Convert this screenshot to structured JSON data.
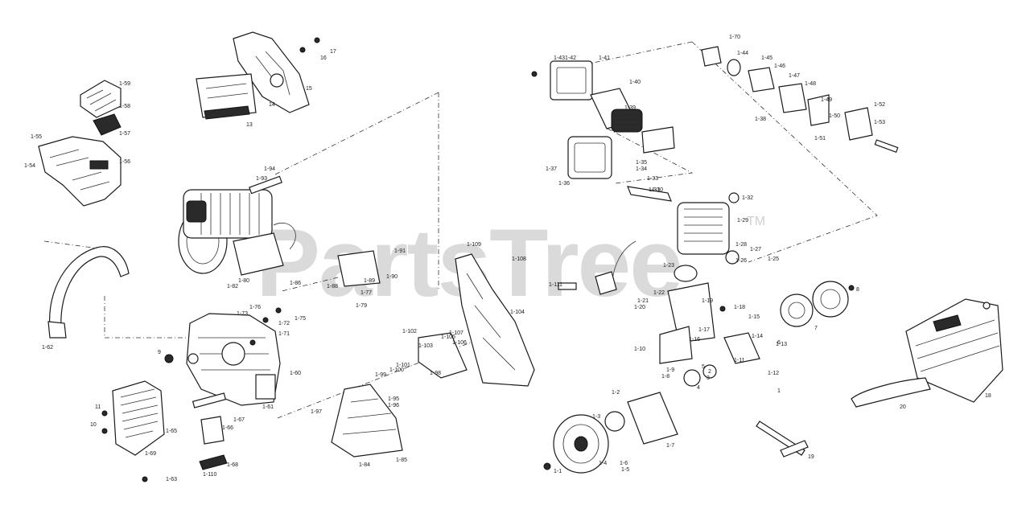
{
  "watermark": {
    "text": "PartsTree",
    "trademark": "TM"
  },
  "labels": [
    {
      "id": "l1-59",
      "text": "1-59"
    },
    {
      "id": "l1-58",
      "text": "1-58"
    },
    {
      "id": "l1-57",
      "text": "1-57"
    },
    {
      "id": "l1-55",
      "text": "1-55"
    },
    {
      "id": "l1-54",
      "text": "1-54"
    },
    {
      "id": "l1-56",
      "text": "1-56"
    },
    {
      "id": "l17",
      "text": "17"
    },
    {
      "id": "l16",
      "text": "16"
    },
    {
      "id": "l15",
      "text": "15"
    },
    {
      "id": "l14",
      "text": "14"
    },
    {
      "id": "l13",
      "text": "13"
    },
    {
      "id": "l1-94",
      "text": "1-94"
    },
    {
      "id": "l1-93",
      "text": "1-93"
    },
    {
      "id": "l1-91",
      "text": "1-91"
    },
    {
      "id": "l1-90",
      "text": "1-90"
    },
    {
      "id": "l1-89",
      "text": "1-89"
    },
    {
      "id": "l1-86",
      "text": "1-86"
    },
    {
      "id": "l1-88",
      "text": "1-88"
    },
    {
      "id": "l1-77",
      "text": "1-77"
    },
    {
      "id": "l1-79",
      "text": "1-79"
    },
    {
      "id": "l1-80",
      "text": "1-80"
    },
    {
      "id": "l1-82",
      "text": "1-82"
    },
    {
      "id": "l1-76",
      "text": "1-76"
    },
    {
      "id": "l1-73",
      "text": "1-73"
    },
    {
      "id": "l1-72",
      "text": "1-72"
    },
    {
      "id": "l1-71",
      "text": "1-71"
    },
    {
      "id": "l1-75",
      "text": "1-75"
    },
    {
      "id": "l9",
      "text": "9"
    },
    {
      "id": "l1-60",
      "text": "1-60"
    },
    {
      "id": "l1-62",
      "text": "1-62"
    },
    {
      "id": "l11",
      "text": "11"
    },
    {
      "id": "l10",
      "text": "10"
    },
    {
      "id": "l1-65",
      "text": "1-65"
    },
    {
      "id": "l1-69",
      "text": "1-69"
    },
    {
      "id": "l1-63",
      "text": "1-63"
    },
    {
      "id": "l1-110",
      "text": "1-110"
    },
    {
      "id": "l1-68",
      "text": "1-68"
    },
    {
      "id": "l1-67",
      "text": "1-67"
    },
    {
      "id": "l1-66",
      "text": "1-66"
    },
    {
      "id": "l1-61",
      "text": "1-61"
    },
    {
      "id": "l1-109",
      "text": "1-109"
    },
    {
      "id": "l1-108",
      "text": "1-108"
    },
    {
      "id": "l1-104",
      "text": "1-104"
    },
    {
      "id": "l1-102",
      "text": "1-102"
    },
    {
      "id": "l1-107",
      "text": "1-107"
    },
    {
      "id": "l1-105",
      "text": "1-105"
    },
    {
      "id": "l1-106",
      "text": "1-106"
    },
    {
      "id": "l1-103",
      "text": "1-103"
    },
    {
      "id": "l1-101",
      "text": "1-101"
    },
    {
      "id": "l1-100",
      "text": "1-100"
    },
    {
      "id": "l1-99",
      "text": "1-99"
    },
    {
      "id": "l1-98",
      "text": "1-98"
    },
    {
      "id": "l1-95",
      "text": "1-95"
    },
    {
      "id": "l1-96",
      "text": "1-96"
    },
    {
      "id": "l1-97",
      "text": "1-97"
    },
    {
      "id": "l1-85",
      "text": "1-85"
    },
    {
      "id": "l1-84",
      "text": "1-84"
    },
    {
      "id": "l1-43",
      "text": "1-43"
    },
    {
      "id": "l1-42",
      "text": "1-42"
    },
    {
      "id": "l1-41",
      "text": "1-41"
    },
    {
      "id": "l1-39",
      "text": "1-39"
    },
    {
      "id": "l1-40",
      "text": "1-40"
    },
    {
      "id": "l1-37",
      "text": "1-37"
    },
    {
      "id": "l1-36",
      "text": "1-36"
    },
    {
      "id": "l1-35",
      "text": "1-35"
    },
    {
      "id": "l1-34",
      "text": "1-34"
    },
    {
      "id": "l1-33",
      "text": "1-33"
    },
    {
      "id": "l1-31",
      "text": "1-31"
    },
    {
      "id": "l1-30",
      "text": "1-30"
    },
    {
      "id": "l1-32",
      "text": "1-32"
    },
    {
      "id": "l1-29",
      "text": "1-29"
    },
    {
      "id": "l1-28",
      "text": "1-28"
    },
    {
      "id": "l1-27",
      "text": "1-27"
    },
    {
      "id": "l1-26",
      "text": "1-26"
    },
    {
      "id": "l1-25",
      "text": "1-25"
    },
    {
      "id": "l1-23",
      "text": "1-23"
    },
    {
      "id": "l1-22",
      "text": "1-22"
    },
    {
      "id": "l1-21",
      "text": "1-21"
    },
    {
      "id": "l1-20",
      "text": "1-20"
    },
    {
      "id": "l1-19",
      "text": "1-19"
    },
    {
      "id": "l1-18",
      "text": "1-18"
    },
    {
      "id": "l1-17",
      "text": "1-17"
    },
    {
      "id": "l1-16",
      "text": "1-16"
    },
    {
      "id": "l1-15",
      "text": "1-15"
    },
    {
      "id": "l1-14",
      "text": "1-14"
    },
    {
      "id": "l1-13",
      "text": "1-13"
    },
    {
      "id": "l1-12",
      "text": "1-12"
    },
    {
      "id": "l1-11",
      "text": "1-11"
    },
    {
      "id": "l1-10",
      "text": "1-10"
    },
    {
      "id": "l1-9",
      "text": "1-9"
    },
    {
      "id": "l1-8",
      "text": "1-8"
    },
    {
      "id": "l1-7",
      "text": "1-7"
    },
    {
      "id": "l1-6",
      "text": "1-6"
    },
    {
      "id": "l1-5",
      "text": "1-5"
    },
    {
      "id": "l1-4",
      "text": "1-4"
    },
    {
      "id": "l1-3",
      "text": "1-3"
    },
    {
      "id": "l1-2",
      "text": "1-2"
    },
    {
      "id": "l1-1",
      "text": "1-1"
    },
    {
      "id": "l1-111",
      "text": "1-111"
    },
    {
      "id": "l1-70",
      "text": "1-70"
    },
    {
      "id": "l1-44",
      "text": "1-44"
    },
    {
      "id": "l1-45",
      "text": "1-45"
    },
    {
      "id": "l1-46",
      "text": "1-46"
    },
    {
      "id": "l1-47",
      "text": "1-47"
    },
    {
      "id": "l1-48",
      "text": "1-48"
    },
    {
      "id": "l1-49",
      "text": "1-49"
    },
    {
      "id": "l1-50",
      "text": "1-50"
    },
    {
      "id": "l1-51",
      "text": "1-51"
    },
    {
      "id": "l1-52",
      "text": "1-52"
    },
    {
      "id": "l1-53",
      "text": "1-53"
    },
    {
      "id": "l1-38",
      "text": "1-38"
    },
    {
      "id": "l8",
      "text": "8"
    },
    {
      "id": "l7",
      "text": "7"
    },
    {
      "id": "l6",
      "text": "6"
    },
    {
      "id": "l5",
      "text": "5"
    },
    {
      "id": "l4",
      "text": "4"
    },
    {
      "id": "l3",
      "text": "3"
    },
    {
      "id": "l2",
      "text": "2"
    },
    {
      "id": "l1",
      "text": "1"
    },
    {
      "id": "l19",
      "text": "19"
    },
    {
      "id": "l18",
      "text": "18"
    },
    {
      "id": "l20",
      "text": "20"
    }
  ]
}
